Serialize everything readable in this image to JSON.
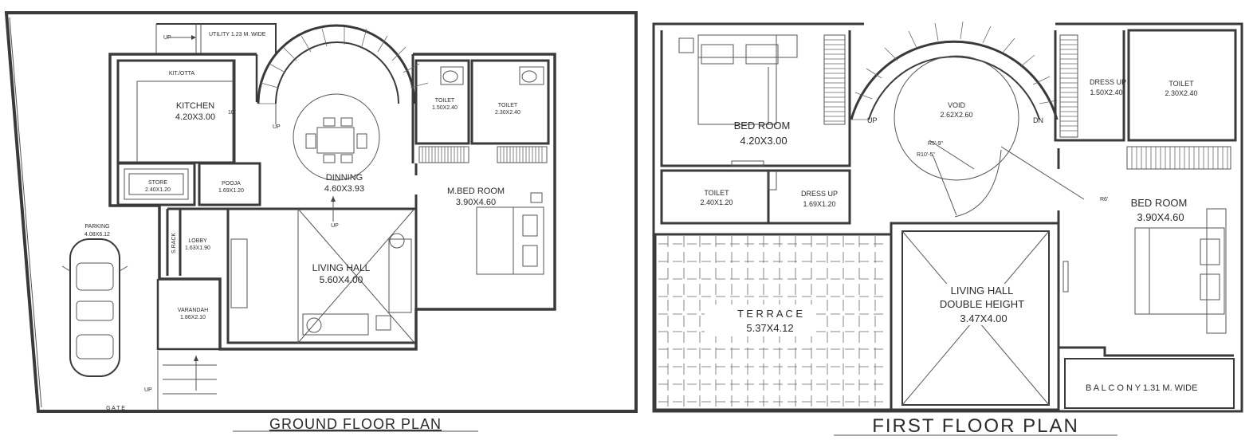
{
  "ground_floor": {
    "title": "GROUND FLOOR PLAN",
    "rooms": {
      "utility": "UTILITY 1.23 M. WIDE",
      "kit_otta": "KIT./OTTA",
      "kitchen_name": "KITCHEN",
      "kitchen_size": "4.20X3.00",
      "kitchen_dim": "10'",
      "store_name": "STORE",
      "store_size": "2.40X1.20",
      "pooja_name": "POOJA",
      "pooja_size": "1.69X1.20",
      "toilet1_name": "TOILET",
      "toilet1_size": "1.50X2.40",
      "toilet2_name": "TOILET",
      "toilet2_size": "2.30X2.40",
      "dinning_name": "DINNING",
      "dinning_size": "4.60X3.93",
      "mbed_name": "M.BED ROOM",
      "mbed_size": "3.90X4.60",
      "parking_name": "PARKING",
      "parking_size": "4.08X6.12",
      "srack": "S.RACK",
      "lobby_name": "LOBBY",
      "lobby_size": "1.63X1.90",
      "living_name": "LIVING HALL",
      "living_size": "5.60X4.00",
      "varandah_name": "VARANDAH",
      "varandah_size": "1.86X2.10",
      "gate": "G A T E",
      "up_utility": "UP",
      "up_stair": "UP",
      "up_living": "UP",
      "up_entry": "UP"
    }
  },
  "first_floor": {
    "title": "FIRST FLOOR PLAN",
    "rooms": {
      "bed1_name": "BED ROOM",
      "bed1_size": "4.20X3.00",
      "toilet_name": "TOILET",
      "toilet_size": "2.40X1.20",
      "dress1_name": "DRESS UP",
      "dress1_size": "1.69X1.20",
      "void_name": "VOID",
      "void_size": "2.62X2.60",
      "r1": "R5'-9\"",
      "r2": "R10'-5\"",
      "r3": "R6'",
      "up": "UP",
      "dn": "DN",
      "dress2_name": "DRESS UP",
      "dress2_size": "1.50X2.40",
      "toilet2_name": "TOILET",
      "toilet2_size": "2.30X2.40",
      "bed2_name": "BED ROOM",
      "bed2_size": "3.90X4.60",
      "terrace_name": "T E R R A C E",
      "terrace_size": "5.37X4.12",
      "living_l1": "LIVING HALL",
      "living_l2": "DOUBLE HEIGHT",
      "living_size": "3.47X4.00",
      "balcony": "B A L C O N Y 1.31 M. WIDE"
    }
  }
}
